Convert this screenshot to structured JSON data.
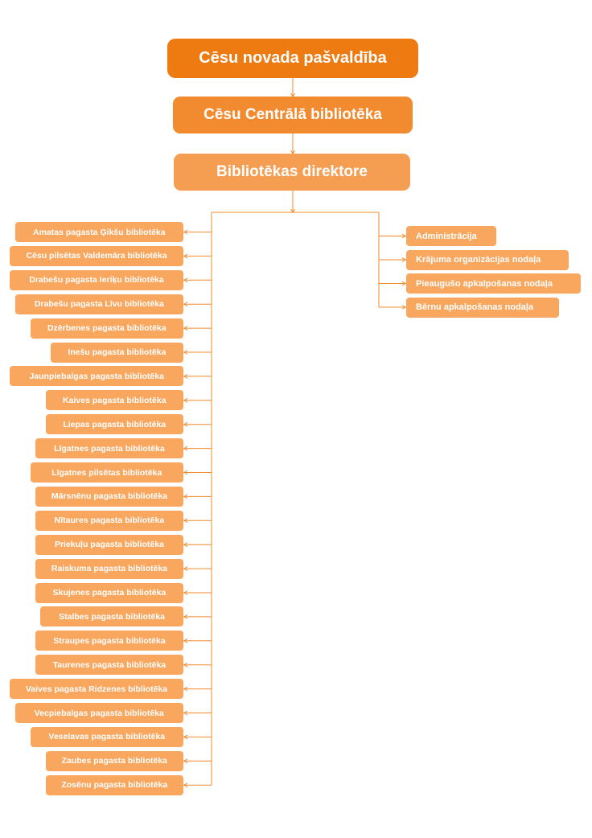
{
  "colors": {
    "level1": "#EE7A12",
    "level2": "#F28B2F",
    "level3": "#F59E52",
    "leaf": "#F9A75F",
    "connector": "#F28B2F"
  },
  "root": "Cēsu novada pašvaldība",
  "central_library": "Cēsu Centrālā bibliotēka",
  "director": "Bibliotēkas direktore",
  "departments": [
    "Administrācija",
    "Krājuma organizācijas nodaļa",
    "Pieaugušo apkalpošanas nodaļa",
    "Bērnu apkalpošanas nodaļa"
  ],
  "branches": [
    "Amatas pagasta Ģikšu bibliotēka",
    "Cēsu pilsētas Valdemāra bibliotēka",
    "Drabešu pagasta Ieriķu bibliotēka",
    "Drabešu pagasta Līvu bibliotēka",
    "Dzērbenes pagasta bibliotēka",
    "Inešu pagasta bibliotēka",
    "Jaunpiebalgas pagasta bibliotēka",
    "Kaives pagasta bibliotēka",
    "Liepas pagasta bibliotēka",
    "Līgatnes pagasta bibliotēka",
    "Līgatnes pilsētas bibliotēka",
    "Mārsnēnu pagasta bibliotēka",
    "Nītaures pagasta bibliotēka",
    "Priekuļu pagasta bibliotēka",
    "Raiskuma pagasta bibliotēka",
    "Skujenes pagasta bibliotēka",
    "Stalbes pagasta bibliotēka",
    "Straupes pagasta bibliotēka",
    "Taurenes pagasta bibliotēka",
    "Vaives pagasta Ridzenes bibliotēka",
    "Vecpiebalgas pagasta bibliotēka",
    "Veselavas pagasta bibliotēka",
    "Zaubes pagasta bibliotēka",
    "Zosēnu pagasta bibliotēka"
  ]
}
